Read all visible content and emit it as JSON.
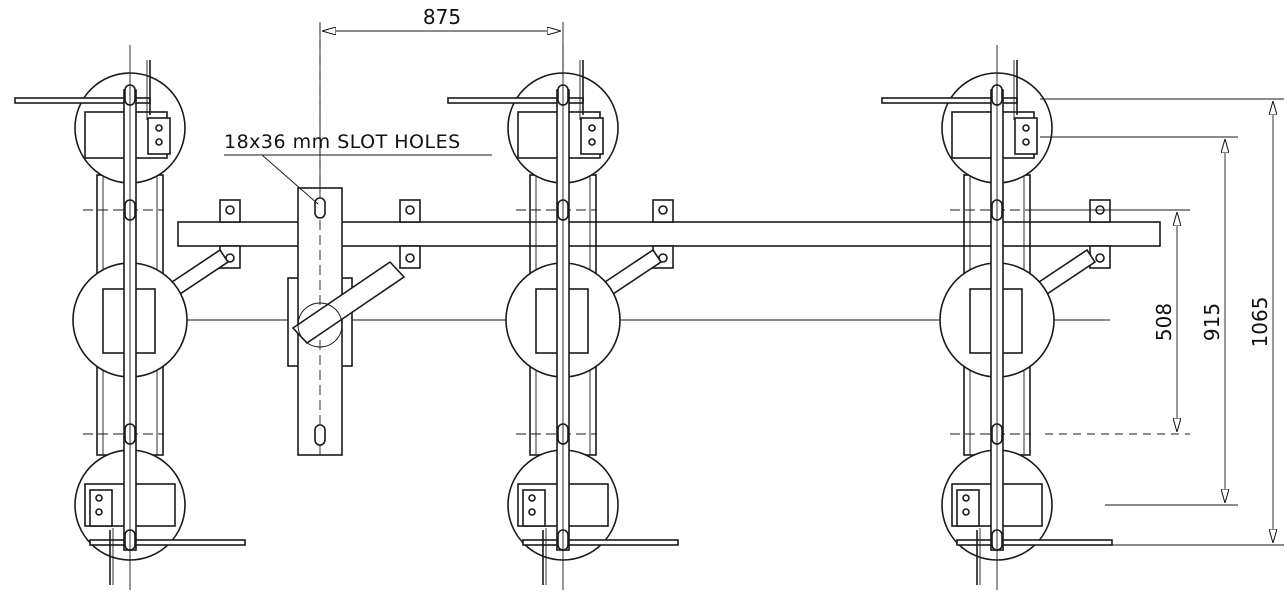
{
  "drawing": {
    "dimensions": {
      "spacing": "875",
      "d508": "508",
      "d915": "915",
      "d1065": "1065"
    },
    "note": "18x36 mm SLOT HOLES"
  }
}
